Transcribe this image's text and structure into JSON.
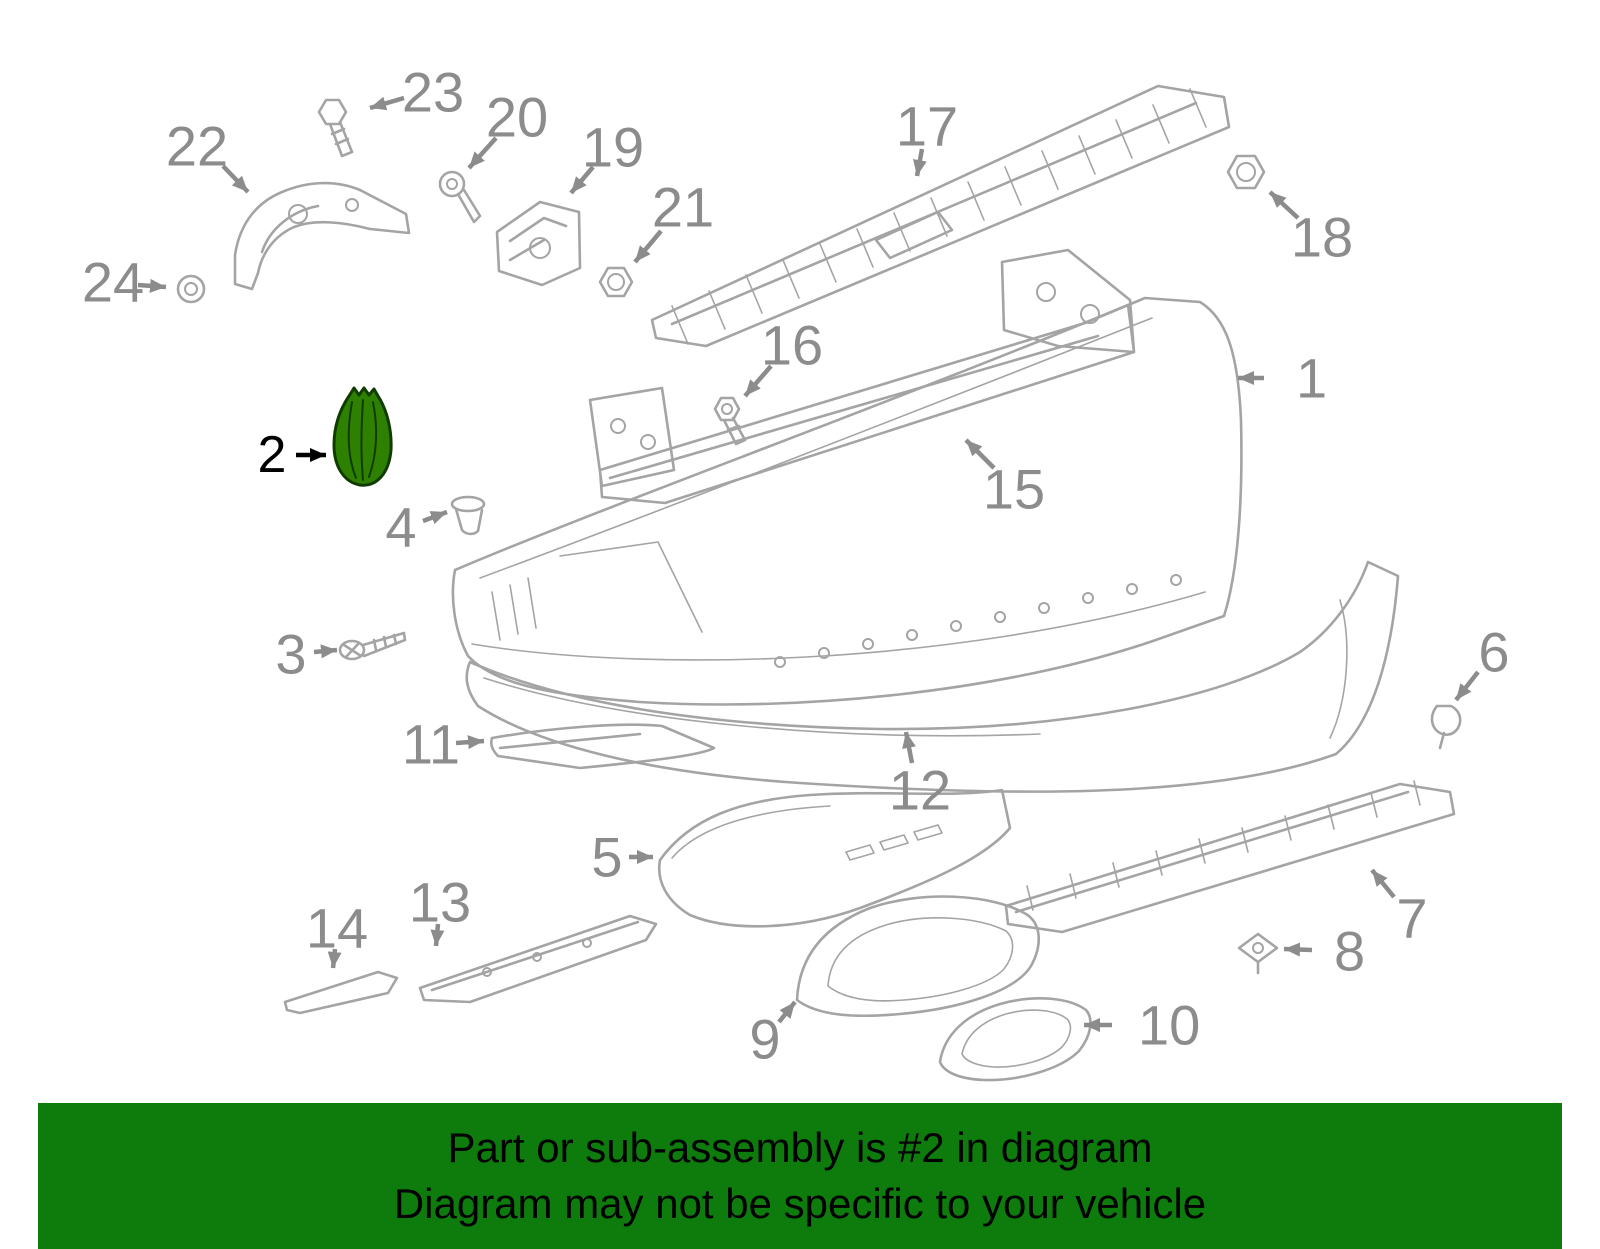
{
  "diagram": {
    "highlighted_callout": "2",
    "callouts": [
      {
        "label": "1"
      },
      {
        "label": "2"
      },
      {
        "label": "3"
      },
      {
        "label": "4"
      },
      {
        "label": "5"
      },
      {
        "label": "6"
      },
      {
        "label": "7"
      },
      {
        "label": "8"
      },
      {
        "label": "9"
      },
      {
        "label": "10"
      },
      {
        "label": "11"
      },
      {
        "label": "12"
      },
      {
        "label": "13"
      },
      {
        "label": "14"
      },
      {
        "label": "15"
      },
      {
        "label": "16"
      },
      {
        "label": "17"
      },
      {
        "label": "18"
      },
      {
        "label": "19"
      },
      {
        "label": "20"
      },
      {
        "label": "21"
      },
      {
        "label": "22"
      },
      {
        "label": "23"
      },
      {
        "label": "24"
      }
    ]
  },
  "banner": {
    "line1": "Part or sub-assembly is #2 in diagram",
    "line2": "Diagram may not be specific to your vehicle"
  },
  "colors": {
    "banner_background": "#0d7c0d",
    "banner_text": "#000000",
    "line_art_gray": "#a4a4a4",
    "callout_gray": "#8c8c8c",
    "highlight_fill_green": "#2e8000",
    "highlight_stroke_green": "#113c00",
    "highlight_callout_black": "#000000"
  }
}
